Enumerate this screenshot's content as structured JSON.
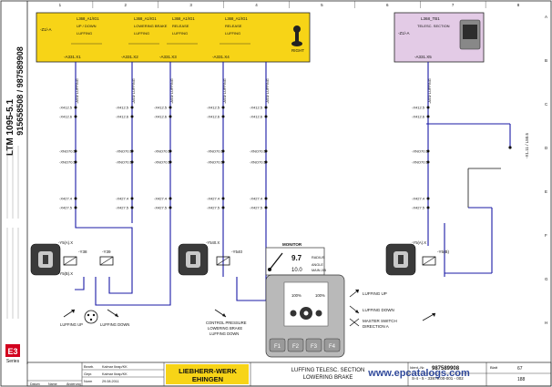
{
  "sheet": {
    "side_title": "LTM 1095-5.1",
    "side_number": "915658508 / 987589908",
    "series_label": "Series",
    "e3_logo": "E3",
    "ruler_cols": [
      "1",
      "2",
      "3",
      "4",
      "5",
      "6",
      "7",
      "8"
    ],
    "ruler_rows": [
      "A",
      "B",
      "C",
      "D",
      "E",
      "F",
      "G",
      "H"
    ]
  },
  "main_box": {
    "left_tag": "-Z1/-A",
    "channels": [
      {
        "id": "L368_A1/IG1",
        "func": "UP / DOWN",
        "sub": "LUFFING",
        "label": "-A331.X1"
      },
      {
        "id": "L368_A1/IG1",
        "func": "LOWERING BRAKE",
        "sub": "LUFFING",
        "label": "-A331.X2"
      },
      {
        "id": "L368_A1/IG1",
        "func": "RELEASE",
        "sub": "LUFFING",
        "label": "-A331.X3"
      },
      {
        "id": "L368_A1/IG1",
        "func": "RELEASE",
        "sub": "LUFFING",
        "label": "-A331.X4"
      }
    ],
    "right_label": "RIGHT"
  },
  "tele_box": {
    "id": "L368_TB1",
    "func": "TELESC. SECTION",
    "tag": "-Z1/-A",
    "label": "-A331.X5"
  },
  "columns": [
    {
      "wire": "-A53/ LUFFING",
      "x1": "-X412.5",
      "x2": "-X412.6",
      "x3": "-XNO70.5",
      "x4": "-X427.4",
      "x5": "-X427.5"
    },
    {
      "wire": "-A53/ LUFFING",
      "x1": "-X412.5",
      "x2": "-X412.6",
      "x3": "-XNO70.5",
      "x4": "-X427.4",
      "x5": "-X427.5"
    },
    {
      "wire": "-A53/ LUFFING",
      "x1": "-X412.5",
      "x2": "-X412.6",
      "x3": "-XNO70.5",
      "x4": "-X427.4",
      "x5": "-X427.5"
    },
    {
      "wire": "-A53/ LUFFING",
      "x1": "-X412.5",
      "x2": "-X412.6",
      "x3": "-XNO70.5",
      "x4": "-X427.4",
      "x5": "-X427.5"
    },
    {
      "wire": "-A53/ LUFFING",
      "x1": "-X412.5",
      "x2": "-X412.6",
      "x3": "-XNO70.5",
      "x4": "-X427.4",
      "x5": "-X427.5"
    }
  ],
  "side_link": "-X1.11 / L50.5",
  "valves": {
    "left_a": "-Y5(A).X",
    "left_b": "-Y5(B).X",
    "y38": "-Y38",
    "y39": "-Y39",
    "mid": "-Y540.X",
    "y540": "-Y540",
    "right": "-Y5(A).X",
    "y50": "-Y5(B)"
  },
  "captions": {
    "luffing_up": "LUFFING UP",
    "luffing_down": "LUFFING DOWN",
    "control_pressure": "CONTROL PRESSURE",
    "lowering_brake": "LOWERING BRAKE",
    "luffing_down_2": "LUFFING DOWN"
  },
  "monitor": {
    "title": "MONITOR",
    "value_radius": "9.7",
    "value_angle": "10.0",
    "label_radius": "RADIUS",
    "label_angle": "ANGLE",
    "label_jib": "MAIN JIB",
    "pct1": "100%",
    "pct2": "100%",
    "buttons": [
      "F1",
      "F2",
      "F3",
      "F4"
    ]
  },
  "legend": {
    "up": "LUFFING UP",
    "down": "LUFFING DOWN",
    "master": "MASTER SWITCH",
    "master_sub": "DIRECTION A"
  },
  "title_block": {
    "company_1": "LIEBHERR-WERK",
    "company_2": "EHINGEN",
    "drawing_title_1": "LUFFING TELESC. SECTION",
    "drawing_title_2": "LOWERING BRAKE",
    "ident_label": "Ident.-Nr.",
    "ident_no": "987589908",
    "doc_no": "S-4 - 5 - 33879.00-001 - 002",
    "sheet_label": "Blatt",
    "sheet_no": "67",
    "sheet_of": "188",
    "watermark": "www.epcatalogs.com",
    "row_labels": [
      "Bearb.",
      "Gepr.",
      "Norm"
    ],
    "row_values": [
      "Kalmar Ikrap/KK",
      "Kalmar Ikrap/KK",
      "29.08.2011"
    ],
    "rev_headers": [
      "Datum",
      "Name",
      "Änderung"
    ]
  }
}
